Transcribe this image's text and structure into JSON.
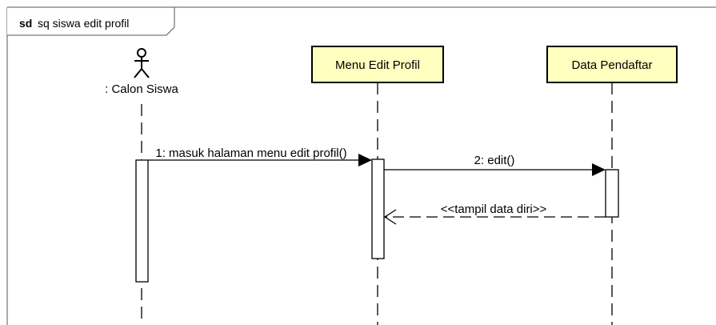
{
  "frame": {
    "keyword": "sd",
    "title": "sq siswa edit profil"
  },
  "lifelines": [
    {
      "label": ": Calon Siswa",
      "kind": "actor"
    },
    {
      "label": "Menu Edit Profil",
      "kind": "object"
    },
    {
      "label": "Data Pendaftar",
      "kind": "object"
    }
  ],
  "messages": [
    {
      "label": "1: masuk halaman menu edit profil()",
      "style": "sync"
    },
    {
      "label": "2: edit()",
      "style": "sync"
    },
    {
      "label": "<<tampil data diri>>",
      "style": "return"
    }
  ],
  "colors": {
    "object_fill": "#FFFFC0",
    "line": "#000000",
    "frame_border": "#555555"
  }
}
